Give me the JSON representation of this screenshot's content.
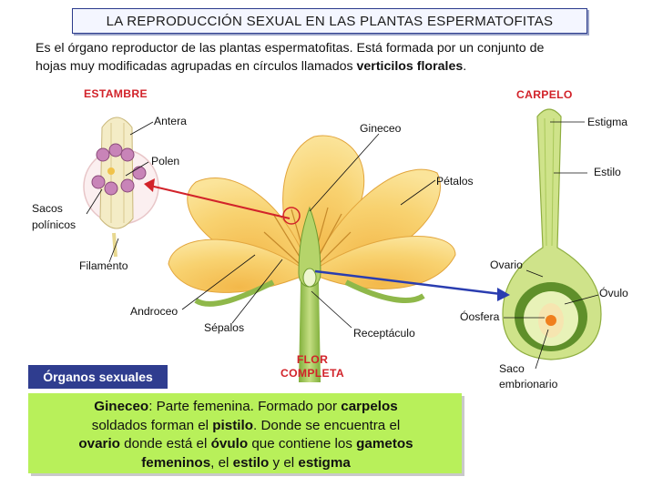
{
  "title": "LA REPRODUCCIÓN SEXUAL EN LAS PLANTAS ESPERMATOFITAS",
  "intro": {
    "line1": "Es el órgano reproductor de las plantas espermatofitas. Está formada por un conjunto de",
    "line2_pre": "hojas muy modificadas agrupadas en círculos llamados ",
    "line2_bold": "verticilos florales",
    "line2_post": "."
  },
  "headers": {
    "estambre": "ESTAMBRE",
    "carpelo": "CARPELO",
    "flor_l1": "FLOR",
    "flor_l2": "COMPLETA"
  },
  "labels": {
    "antera": "Antera",
    "polen": "Polen",
    "sacos1": "Sacos",
    "sacos2": "polínicos",
    "filamento": "Filamento",
    "gineceo": "Gineceo",
    "petalos": "Pétalos",
    "androceo": "Androceo",
    "sepalos": "Sépalos",
    "receptaculo": "Receptáculo",
    "estigma": "Estigma",
    "estilo": "Estilo",
    "ovario": "Ovario",
    "ovulo": "Óvulo",
    "oosfera": "Óosfera",
    "saco1": "Saco",
    "saco2": "embrionario"
  },
  "organos": "Órganos sexuales",
  "green": {
    "p1b": "Gineceo",
    "p2": ": Parte femenina. Formado por ",
    "p3b": "carpelos",
    "p4": "soldados forman el ",
    "p5b": "pistilo",
    "p6": ". Donde se encuentra el",
    "p7b": "ovario",
    "p8": " donde está el ",
    "p9b": "óvulo",
    "p10": " que contiene los ",
    "p11b": "gametos",
    "p12b": "femeninos",
    "p13": ", el ",
    "p14b": "estilo",
    "p15": " y el ",
    "p16b": "estigma"
  },
  "colors": {
    "accent_red": "#d2232a",
    "navy": "#2f3d8f",
    "green_box": "#b8f05a",
    "petal": "#f7d06a",
    "arrow_blue": "#2a3db0"
  }
}
